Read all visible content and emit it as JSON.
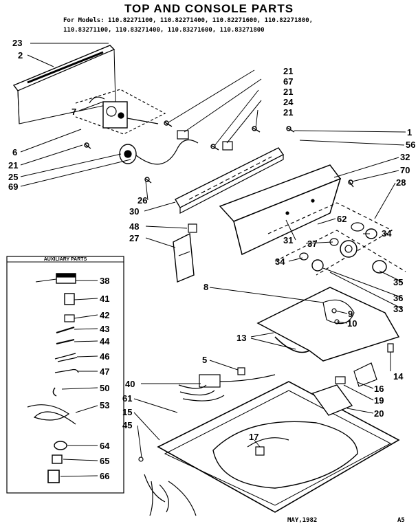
{
  "header": {
    "title": "TOP AND CONSOLE PARTS",
    "models_line1": "For Models: 110.82271100, 110.82271400, 110.82271600, 110.82271800,",
    "models_line2": "110.83271100, 110.83271400, 110.83271600, 110.83271800"
  },
  "aux_box": {
    "title": "AUXILIARY PARTS"
  },
  "footer": {
    "date": "MAY,1982",
    "code": "A5"
  },
  "callouts": {
    "n1": "1",
    "n2": "2",
    "n5": "5",
    "n6": "6",
    "n7": "7",
    "n8": "8",
    "n9": "9",
    "n10": "10",
    "n13": "13",
    "n14": "14",
    "n15": "15",
    "n16": "16",
    "n17": "17",
    "n19": "19",
    "n20": "20",
    "n21a": "21",
    "n21b": "21",
    "n21c": "21",
    "n21d": "21",
    "n23": "23",
    "n24": "24",
    "n25": "25",
    "n26": "26",
    "n27": "27",
    "n28": "28",
    "n30": "30",
    "n31": "31",
    "n32": "32",
    "n33": "33",
    "n34a": "34",
    "n34b": "34",
    "n35": "35",
    "n36": "36",
    "n37": "37",
    "n38": "38",
    "n40": "40",
    "n41": "41",
    "n42": "42",
    "n43": "43",
    "n44": "44",
    "n45": "45",
    "n46": "46",
    "n47": "47",
    "n48": "48",
    "n50": "50",
    "n53": "53",
    "n56": "56",
    "n61": "61",
    "n62": "62",
    "n64": "64",
    "n65": "65",
    "n66": "66",
    "n67": "67",
    "n69": "69",
    "n70": "70"
  }
}
